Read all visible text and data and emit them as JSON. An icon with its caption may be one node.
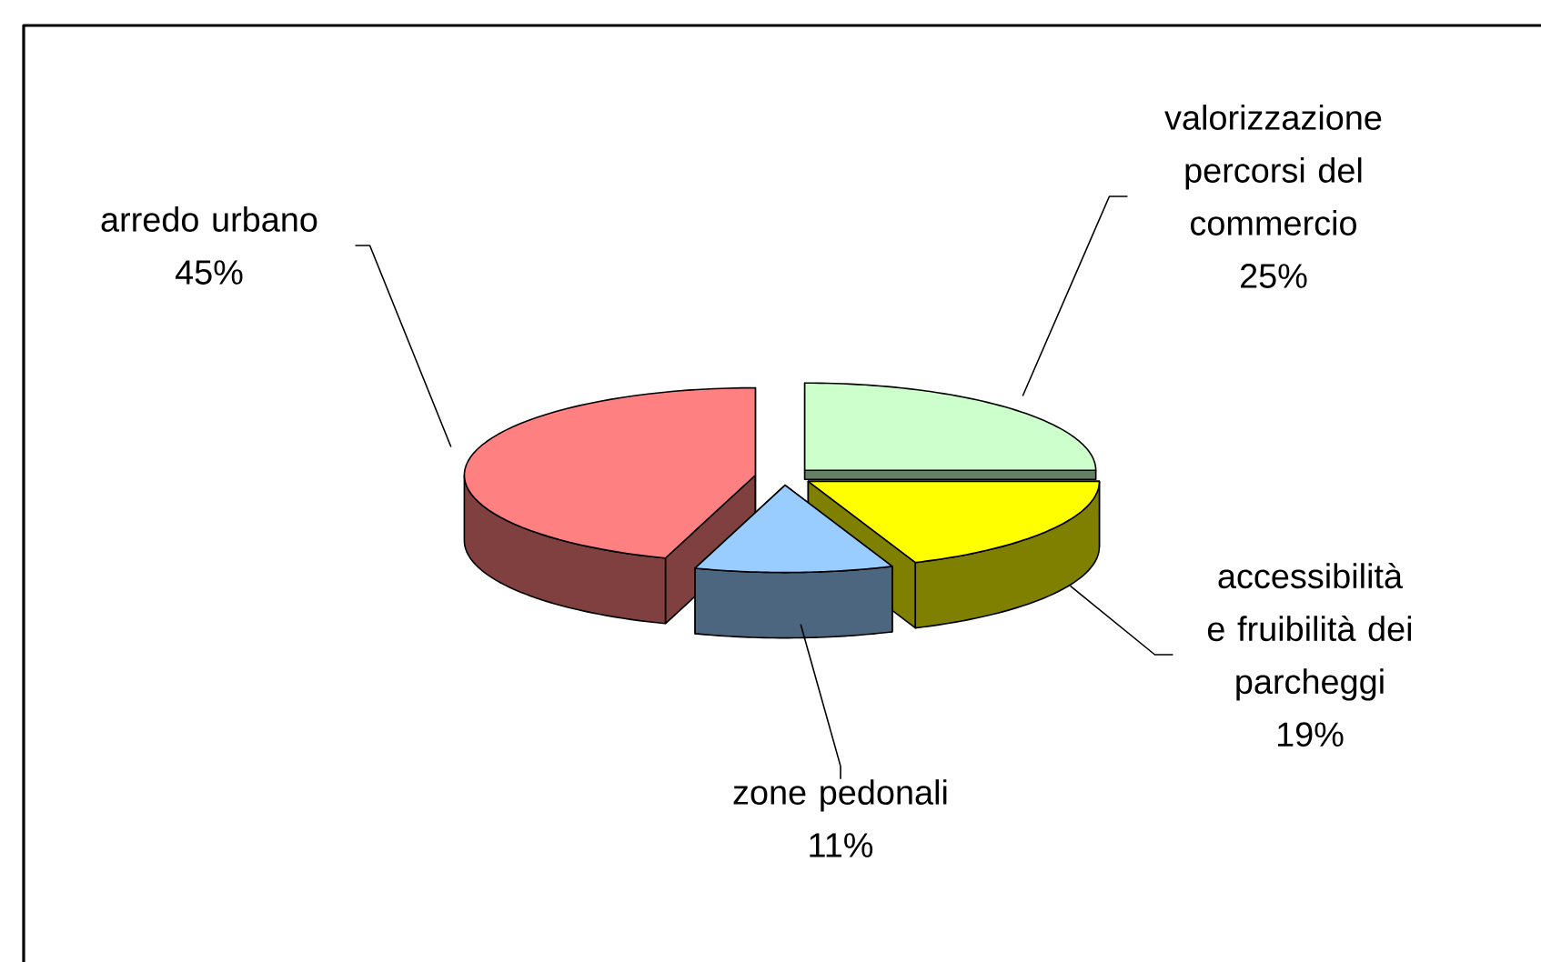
{
  "diagram": {
    "nodes": [
      {
        "text": [
          "valorizzazione percorsi del commercio",
          "25%"
        ]
      },
      {
        "text": [
          "arredo urbano",
          "45%"
        ]
      },
      {
        "text": [
          "accessibilità e fruibilità dei parcheggi",
          "19%"
        ]
      },
      {
        "text": [
          "zone pedonali",
          "11%"
        ]
      },
      {
        "text": [],
        "shape": "slice"
      },
      {
        "text": [],
        "shape": "slice"
      },
      {
        "text": [],
        "shape": "slice"
      },
      {
        "text": [],
        "shape": "slice"
      }
    ],
    "edges": [
      {
        "from": 0,
        "to": 6,
        "arrow": "none"
      },
      {
        "from": 1,
        "to": 4,
        "arrow": "none"
      },
      {
        "from": 2,
        "to": 7,
        "arrow": "none"
      },
      {
        "from": 3,
        "to": 5,
        "arrow": "none"
      }
    ]
  }
}
